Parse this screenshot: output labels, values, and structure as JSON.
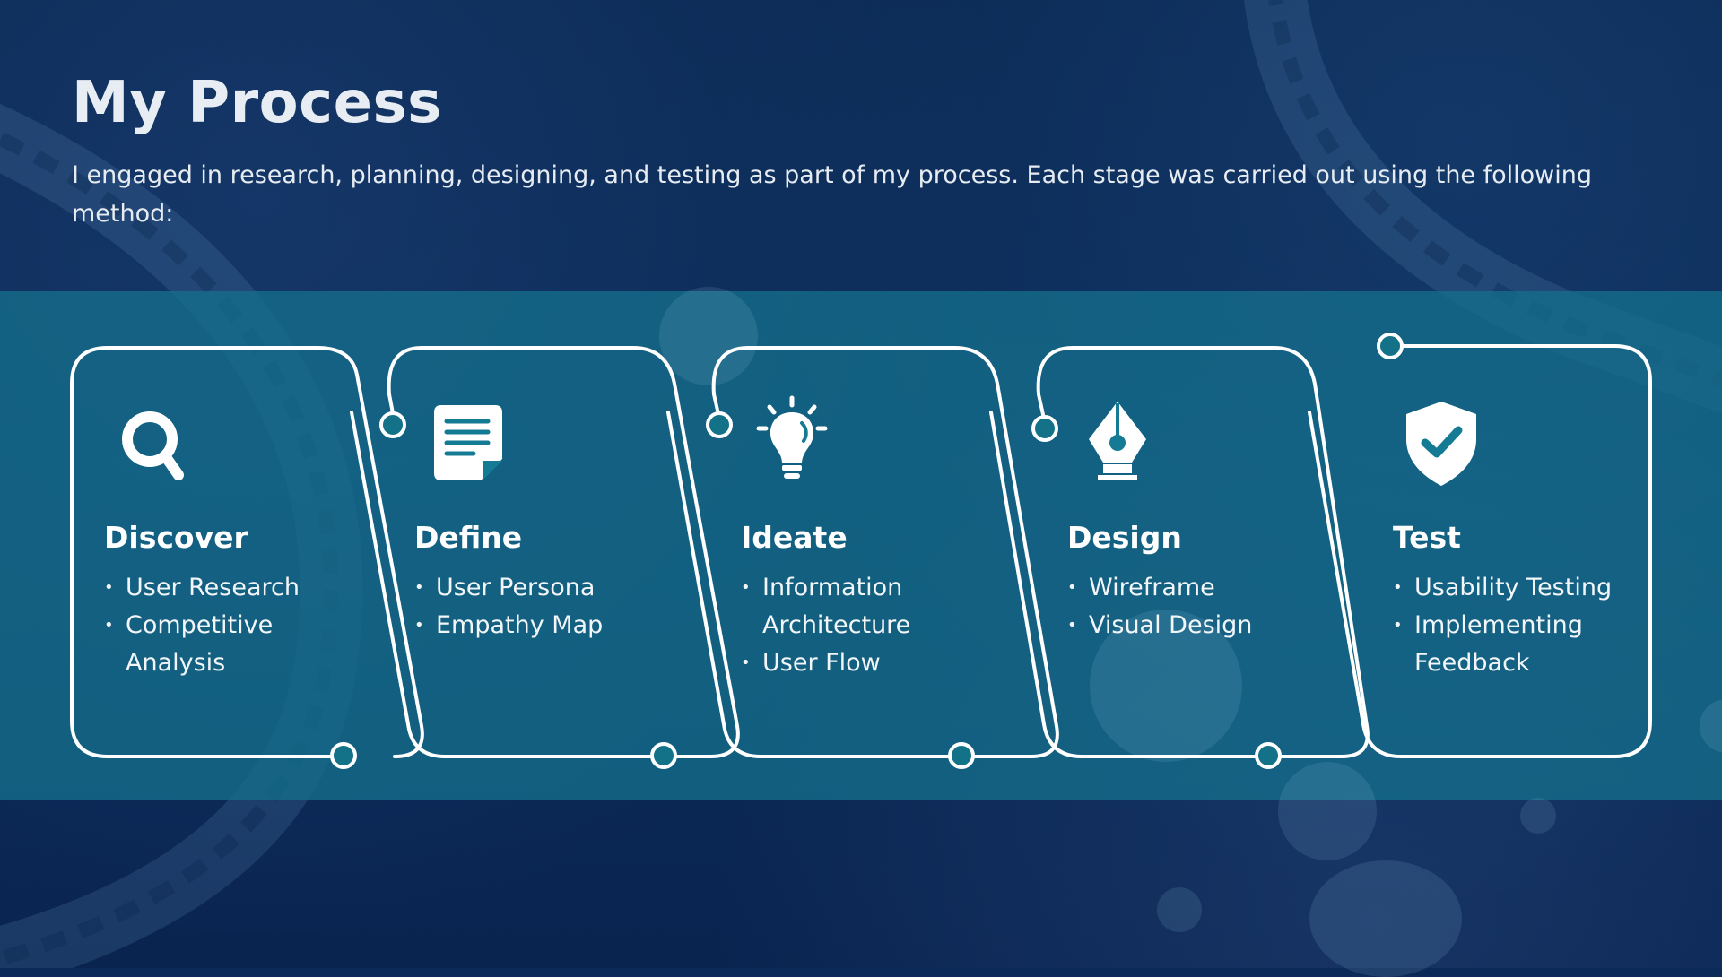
{
  "slide": {
    "title": "My Process",
    "intro": "I engaged in research, planning, designing, and testing as part of my process. Each stage was carried out using the following method:"
  },
  "stages": [
    {
      "title": "Discover",
      "icon": "magnifier-icon",
      "items": [
        "User Research",
        "Competitive Analysis"
      ]
    },
    {
      "title": "Define",
      "icon": "document-icon",
      "items": [
        "User Persona",
        "Empathy Map"
      ]
    },
    {
      "title": "Ideate",
      "icon": "lightbulb-icon",
      "items": [
        "Information Architecture",
        "User Flow"
      ]
    },
    {
      "title": "Design",
      "icon": "pen-nib-icon",
      "items": [
        "Wireframe",
        "Visual Design"
      ]
    },
    {
      "title": "Test",
      "icon": "shield-check-icon",
      "items": [
        "Usability Testing",
        "Implementing Feedback"
      ]
    }
  ],
  "colors": {
    "background": "#0b2a57",
    "band": "#157a93",
    "stroke": "#ffffff"
  }
}
